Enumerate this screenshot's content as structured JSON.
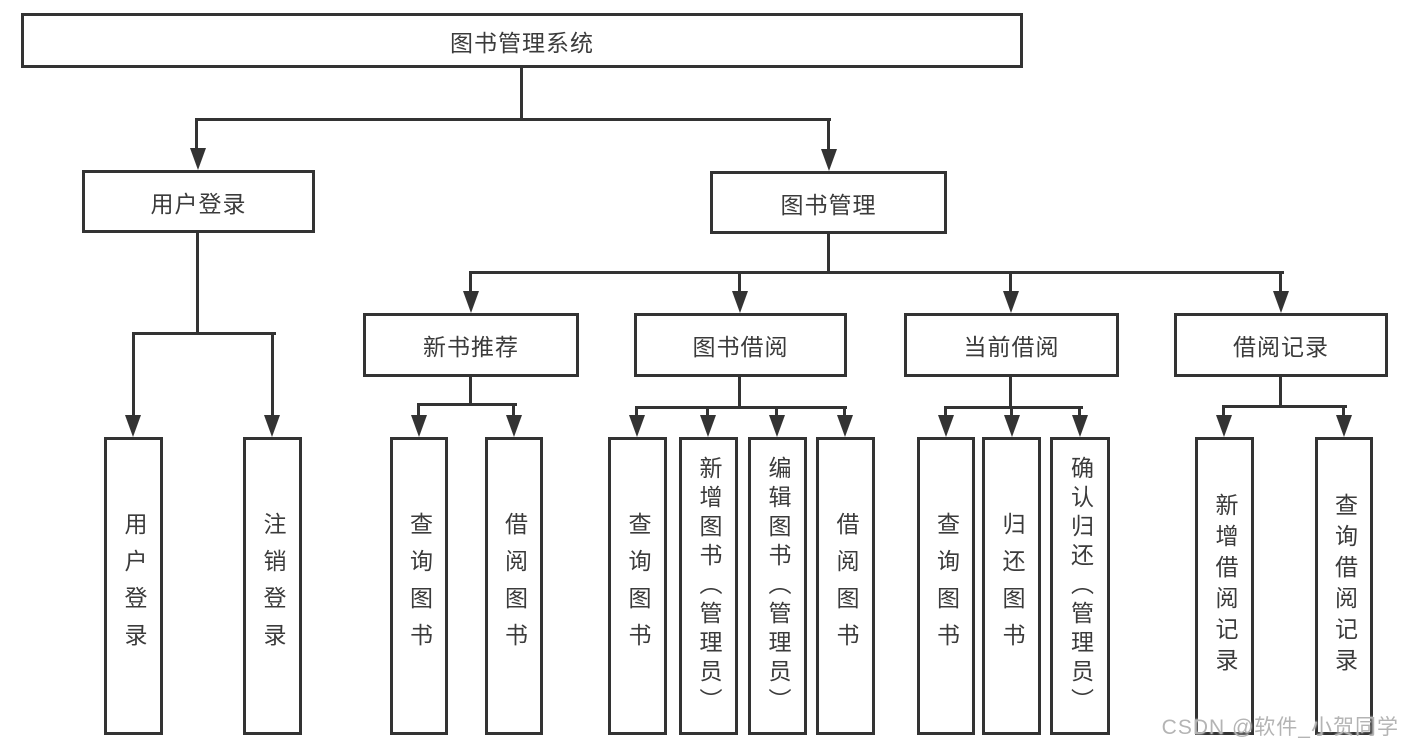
{
  "colors": {
    "line": "#333333",
    "box_border": "#333333",
    "box_background": "#ffffff",
    "text": "#3b3b3b",
    "watermark": "#b4b4b4",
    "page_background": "#ffffff"
  },
  "watermark": {
    "text": "CSDN @软件_小贺同学"
  },
  "tree": {
    "root": {
      "label": "图书管理系统"
    },
    "branches": [
      {
        "label": "用户登录",
        "children": [
          {
            "label": "用户登录"
          },
          {
            "label": "注销登录"
          }
        ]
      },
      {
        "label": "图书管理",
        "children": [
          {
            "label": "新书推荐",
            "children": [
              {
                "label": "查询图书"
              },
              {
                "label": "借阅图书"
              }
            ]
          },
          {
            "label": "图书借阅",
            "children": [
              {
                "label": "查询图书"
              },
              {
                "label": "新增图书（管理员）"
              },
              {
                "label": "编辑图书（管理员）"
              },
              {
                "label": "借阅图书"
              }
            ]
          },
          {
            "label": "当前借阅",
            "children": [
              {
                "label": "查询图书"
              },
              {
                "label": "归还图书"
              },
              {
                "label": "确认归还（管理员）"
              }
            ]
          },
          {
            "label": "借阅记录",
            "children": [
              {
                "label": "新增借阅记录"
              },
              {
                "label": "查询借阅记录"
              }
            ]
          }
        ]
      }
    ]
  }
}
